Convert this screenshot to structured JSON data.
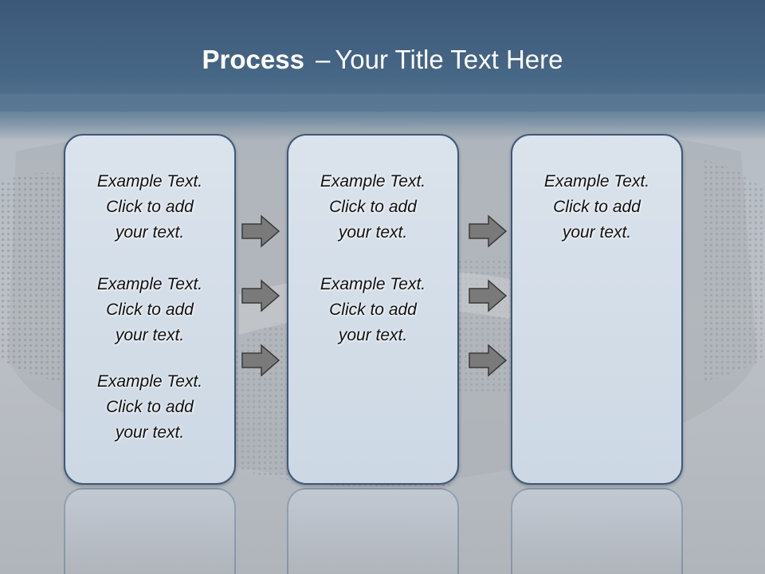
{
  "title": {
    "bold": "Process",
    "separator": "–",
    "rest": "Your Title Text Here"
  },
  "columns": [
    {
      "items": [
        {
          "line1": "Example Text.",
          "line2": "Click  to add",
          "line3": "your text."
        },
        {
          "line1": "Example Text.",
          "line2": "Click  to add",
          "line3": "your text."
        },
        {
          "line1": "Example Text.",
          "line2": "Click  to add",
          "line3": "your text."
        }
      ]
    },
    {
      "items": [
        {
          "line1": "Example Text.",
          "line2": "Click  to add",
          "line3": "your text."
        },
        {
          "line1": "Example Text.",
          "line2": "Click  to add",
          "line3": "your text."
        }
      ]
    },
    {
      "items": [
        {
          "line1": "Example Text.",
          "line2": "Click  to add",
          "line3": "your text."
        }
      ]
    }
  ],
  "colors": {
    "banner": "#476786",
    "panel_border": "#3e5878",
    "panel_fill": "#d3dde8",
    "arrow_fill": "#7a7a7a"
  }
}
